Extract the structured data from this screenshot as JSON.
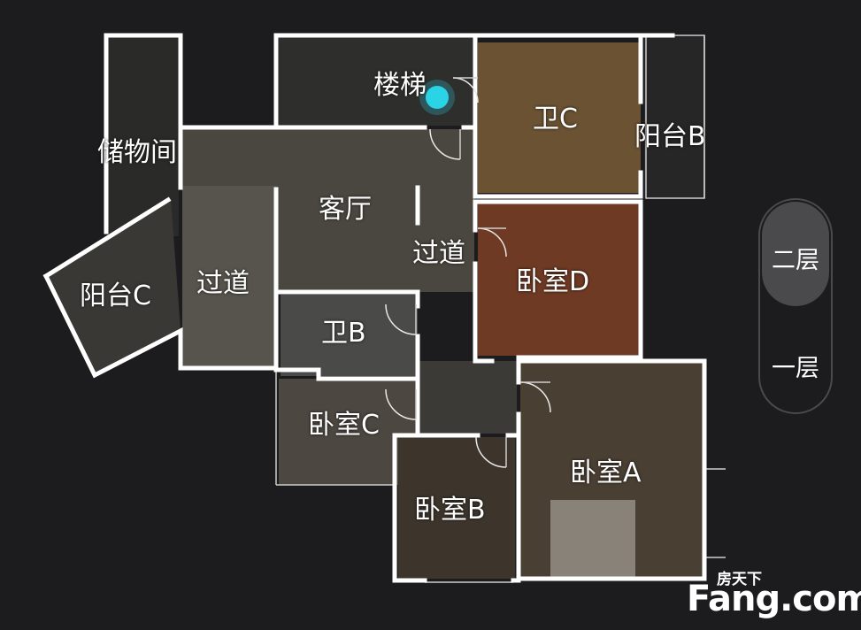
{
  "rooms": {
    "stairs": "楼梯",
    "bath_c": "卫C",
    "balcony_b": "阳台B",
    "storage": "储物间",
    "living": "客厅",
    "hall_right": "过道",
    "bedroom_d": "卧室D",
    "balcony_c": "阳台C",
    "hall_left": "过道",
    "bath_b": "卫B",
    "bedroom_c": "卧室C",
    "bedroom_a": "卧室A",
    "bedroom_b": "卧室B"
  },
  "floor_switch": {
    "floor2_label": "二层",
    "floor1_label": "一层",
    "active": "二层"
  },
  "watermark": {
    "small_text": "房天下",
    "brand_text": "Fang.com"
  },
  "colors": {
    "background": "#1c1c1e",
    "wall": "#ffffff",
    "marker": "#2ad4e6"
  }
}
